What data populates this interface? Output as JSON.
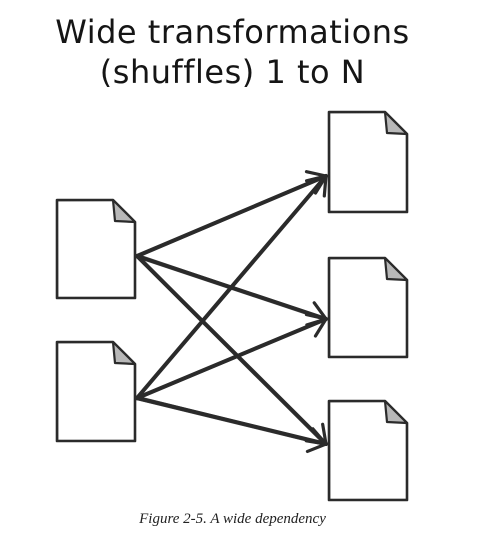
{
  "title": {
    "line1": "Wide transformations",
    "line2": "(shuffles) 1 to N"
  },
  "caption": "Figure 2-5. A wide dependency",
  "diagram": {
    "input_partitions": [
      "input-partition-1",
      "input-partition-2"
    ],
    "output_partitions": [
      "output-partition-1",
      "output-partition-2",
      "output-partition-3"
    ],
    "edges": [
      {
        "from": 0,
        "to": 0
      },
      {
        "from": 0,
        "to": 1
      },
      {
        "from": 0,
        "to": 2
      },
      {
        "from": 1,
        "to": 0
      },
      {
        "from": 1,
        "to": 1
      },
      {
        "from": 1,
        "to": 2
      }
    ],
    "colors": {
      "ink": "#2b2b2b",
      "fold": "#b8b8b8",
      "paper": "#ffffff"
    }
  }
}
